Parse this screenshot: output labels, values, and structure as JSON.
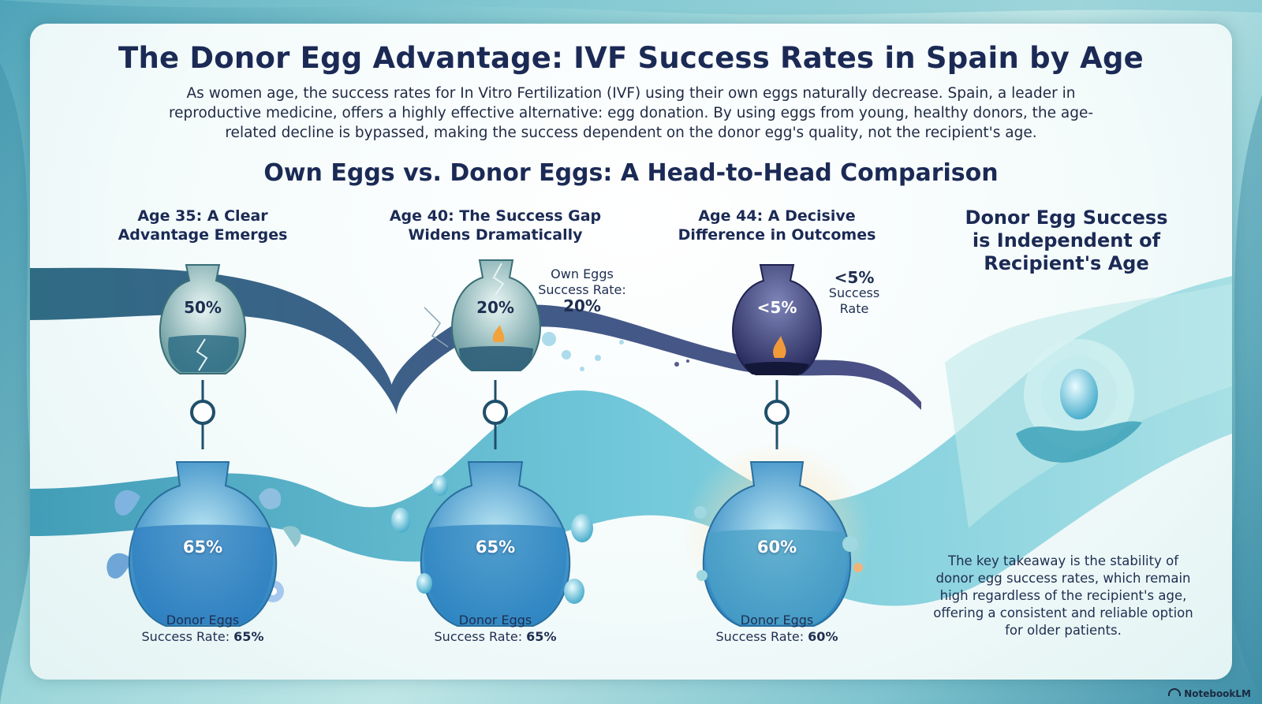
{
  "title": "The Donor Egg Advantage: IVF Success Rates in Spain by Age",
  "intro": "As women age, the success rates for In Vitro Fertilization (IVF) using their own eggs naturally decrease. Spain, a leader in reproductive medicine, offers a highly effective alternative: egg donation. By using eggs from young, healthy donors, the age-related decline is bypassed, making the success dependent on the donor egg's quality, not the recipient's age.",
  "subtitle": "Own Eggs vs. Donor Eggs: A Head-to-Head Comparison",
  "columns": [
    {
      "heading_line1": "Age 35: A Clear",
      "heading_line2": "Advantage Emerges",
      "own_value": "50%",
      "own_fill": 0.5,
      "donor_value": "65%",
      "donor_fill": 0.65,
      "donor_caption_line1": "Donor Eggs",
      "donor_caption_prefix": "Success Rate: ",
      "donor_caption_value": "65%"
    },
    {
      "heading_line1": "Age 40: The Success Gap",
      "heading_line2": "Widens Dramatically",
      "own_value": "20%",
      "own_fill": 0.2,
      "own_note_line1": "Own Eggs",
      "own_note_line2": "Success Rate:",
      "own_note_value": "20%",
      "donor_value": "65%",
      "donor_fill": 0.65,
      "donor_caption_line1": "Donor Eggs",
      "donor_caption_prefix": "Success Rate: ",
      "donor_caption_value": "65%"
    },
    {
      "heading_line1": "Age 44: A Decisive",
      "heading_line2": "Difference in Outcomes",
      "own_value": "<5%",
      "own_fill": 0.05,
      "own_note_value": "<5%",
      "own_note_line1": "Success",
      "own_note_line2": "Rate",
      "donor_value": "60%",
      "donor_fill": 0.6,
      "donor_caption_line1": "Donor Eggs",
      "donor_caption_prefix": "Success Rate: ",
      "donor_caption_value": "60%"
    }
  ],
  "right_heading_line1": "Donor Egg Success",
  "right_heading_line2": "is Independent of",
  "right_heading_line3": "Recipient's Age",
  "takeaway": "The key takeaway is the stability of donor egg success rates, which remain high regardless of the recipient's age, offering a consistent and reliable option for older patients.",
  "brand": "NotebookLM",
  "colors": {
    "navy": "#1b2a55",
    "teal": "#3a9fb5",
    "deep_teal": "#1f5f7a",
    "aqua": "#7fd3e0",
    "indigo": "#3d3f7a"
  }
}
